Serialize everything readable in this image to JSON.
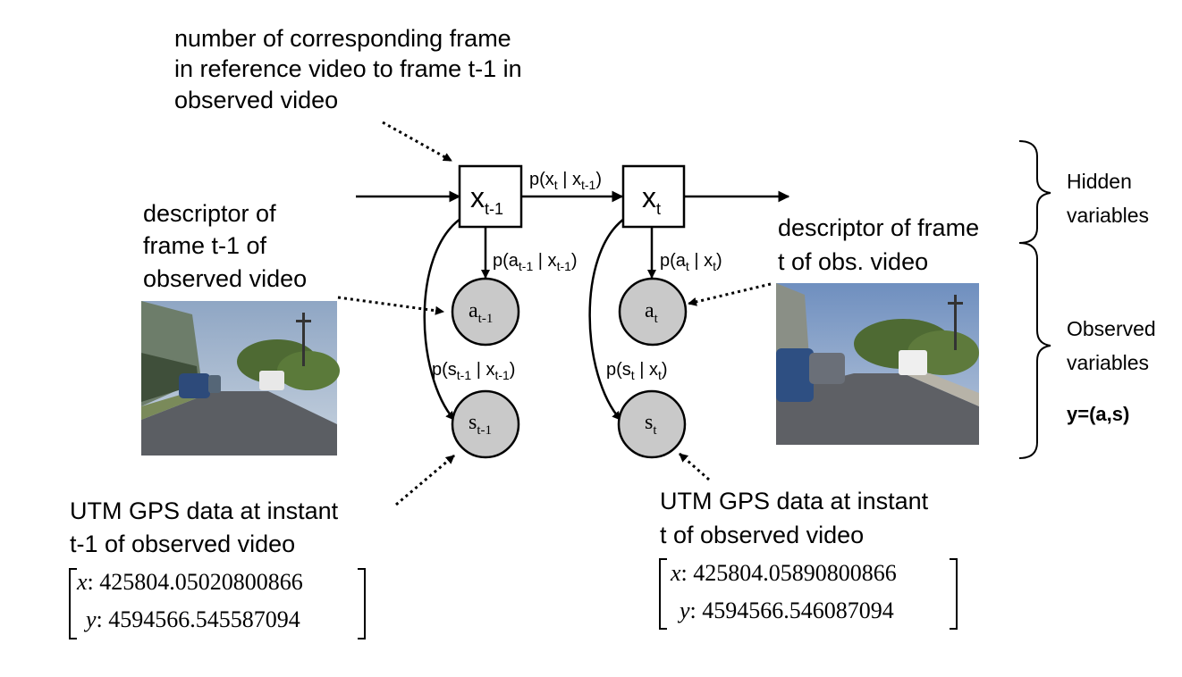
{
  "annotations": {
    "hidden_frame_prev": [
      "number of corresponding frame",
      "in reference video to frame t-1 in",
      "observed video"
    ],
    "descriptor_prev": [
      "descriptor of",
      "frame t-1 of",
      "observed video"
    ],
    "descriptor_curr": [
      "descriptor of frame",
      "t of obs. video"
    ],
    "gps_prev": [
      "UTM GPS data at instant",
      "t-1 of observed video"
    ],
    "gps_curr": [
      "UTM GPS data at instant",
      "t of observed video"
    ]
  },
  "gps_prev_values": {
    "x_label": "x",
    "x_value": ": 425804.05020800866",
    "y_label": "y",
    "y_value": ": 4594566.545587094"
  },
  "gps_curr_values": {
    "x_label": "x",
    "x_value": ": 425804.05890800866",
    "y_label": "y",
    "y_value": ": 4594566.546087094"
  },
  "nodes": {
    "x_prev": {
      "base": "x",
      "sub": "t-1"
    },
    "x_curr": {
      "base": "x",
      "sub": "t"
    },
    "a_prev": {
      "base": "a",
      "sub": "t-1"
    },
    "a_curr": {
      "base": "a",
      "sub": "t"
    },
    "s_prev": {
      "base": "s",
      "sub": "t-1"
    },
    "s_curr": {
      "base": "s",
      "sub": "t"
    }
  },
  "edges": {
    "transition": {
      "p": "p(x",
      "s1": "t",
      "mid": " | x",
      "s2": "t-1",
      "close": ")"
    },
    "a_prev": {
      "p": "p(a",
      "s1": "t-1",
      "mid": " | x",
      "s2": "t-1",
      "close": ")"
    },
    "a_curr": {
      "p": "p(a",
      "s1": "t",
      "mid": " | x",
      "s2": "t",
      "close": ")"
    },
    "s_prev": {
      "p": "p(s",
      "s1": "t-1",
      "mid": " | x",
      "s2": "t-1",
      "close": ")"
    },
    "s_curr": {
      "p": "p(s",
      "s1": "t",
      "mid": " | x",
      "s2": "t",
      "close": ")"
    }
  },
  "side": {
    "hidden": [
      "Hidden",
      "variables"
    ],
    "observed": [
      "Observed",
      "variables"
    ],
    "y_def": "y=(a,s)"
  },
  "colors": {
    "node_fill": "#c9c9c9",
    "node_stroke": "#000000"
  }
}
